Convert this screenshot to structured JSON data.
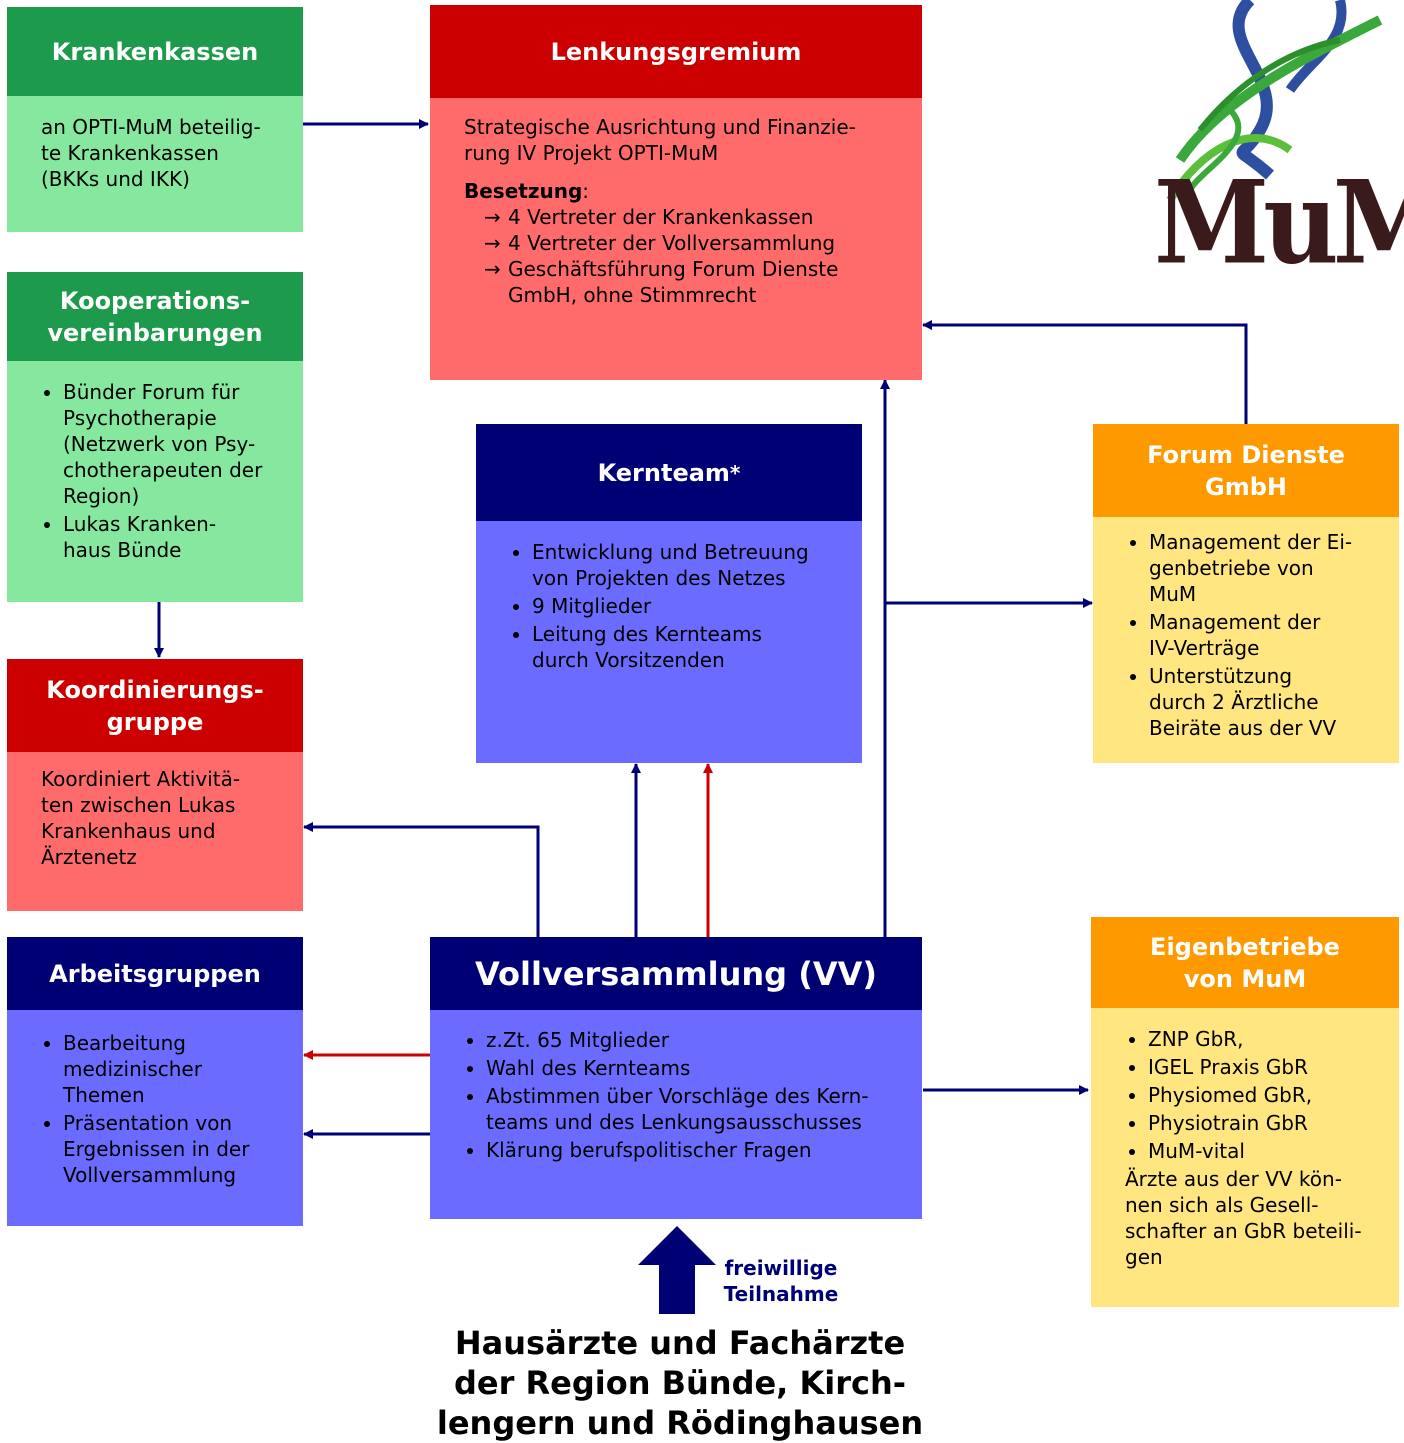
{
  "colors": {
    "green_header": "#1e9a4d",
    "green_body": "#86e89e",
    "red_header": "#cc0000",
    "red_body": "#ff6b6b",
    "navy_header": "#000075",
    "blue_body": "#6b6bff",
    "orange_header": "#ff9900",
    "yellow_body": "#ffe680",
    "arrow_blue": "#000075",
    "arrow_red": "#cc0000"
  },
  "krankenkassen": {
    "title": "Krankenkassen",
    "lines": [
      "an OPTI-MuM beteilig-",
      "te Krankenkassen",
      "(BKKs und IKK)"
    ]
  },
  "kooperation": {
    "title_1": "Kooperations-",
    "title_2": "vereinbarungen",
    "items": [
      [
        "Bünder Forum für",
        "Psychotherapie",
        "(Netzwerk von Psy-",
        "chotherapeuten der",
        "Region)"
      ],
      [
        "Lukas Kranken-",
        "haus Bünde"
      ]
    ]
  },
  "koordinierung": {
    "title_1": "Koordinierungs-",
    "title_2": "gruppe",
    "lines": [
      "Koordiniert Aktivitä-",
      "ten zwischen Lukas",
      "Krankenhaus und",
      "Ärztenetz"
    ]
  },
  "arbeitsgruppen": {
    "title": "Arbeitsgruppen",
    "items": [
      [
        "Bearbeitung",
        "medizinischer",
        "Themen"
      ],
      [
        "Präsentation von",
        "Ergebnissen in der",
        "Vollversammlung"
      ]
    ]
  },
  "lenkung": {
    "title": "Lenkungsgremium",
    "desc_1": "Strategische Ausrichtung und Finanzie-",
    "desc_2": "rung IV Projekt OPTI-MuM",
    "besetzung_label": "Besetzung",
    "besetzung_colon": ":",
    "arrow_glyph": "→",
    "items": [
      [
        "4 Vertreter der Krankenkassen"
      ],
      [
        "4 Vertreter der Vollversammlung"
      ],
      [
        "Geschäftsführung Forum Dienste",
        "GmbH, ohne Stimmrecht"
      ]
    ]
  },
  "kernteam": {
    "title": "Kernteam",
    "star": "*",
    "items": [
      [
        "Entwicklung und Betreuung",
        "von Projekten des Netzes"
      ],
      [
        "9 Mitglieder"
      ],
      [
        "Leitung des Kernteams",
        "durch Vorsitzenden"
      ]
    ]
  },
  "vv": {
    "title": "Vollversammlung (VV)",
    "items": [
      [
        "z.Zt. 65 Mitglieder"
      ],
      [
        "Wahl des Kernteams"
      ],
      [
        "Abstimmen über Vorschläge des Kern-",
        "teams und des Lenkungsausschusses"
      ],
      [
        "Klärung berufspolitischer Fragen"
      ]
    ]
  },
  "forum": {
    "title_1": "Forum Dienste",
    "title_2": "GmbH",
    "items": [
      [
        "Management der Ei-",
        "genbetriebe von",
        "MuM"
      ],
      [
        "Management der",
        "IV-Verträge"
      ],
      [
        "Unterstützung",
        "durch 2 Ärztliche",
        "Beiräte aus der VV"
      ]
    ]
  },
  "eigen": {
    "title_1": "Eigenbetriebe",
    "title_2": "von MuM",
    "items": [
      "ZNP GbR,",
      "IGEL Praxis GbR",
      "Physiomed GbR,",
      "Physiotrain GbR",
      "MuM-vital"
    ],
    "note": [
      "Ärzte aus der VV kön-",
      "nen sich als Gesell-",
      "schafter an GbR beteili-",
      "gen"
    ]
  },
  "freiwillig": {
    "line_1": "freiwillige",
    "line_2": "Teilnahme"
  },
  "bottom": {
    "line_1": "Hausärzte und Fachärzte",
    "line_2": "der Region Bünde, Kirch-",
    "line_3": "lengern und Rödinghausen"
  },
  "logo": {
    "text": "MuM"
  }
}
